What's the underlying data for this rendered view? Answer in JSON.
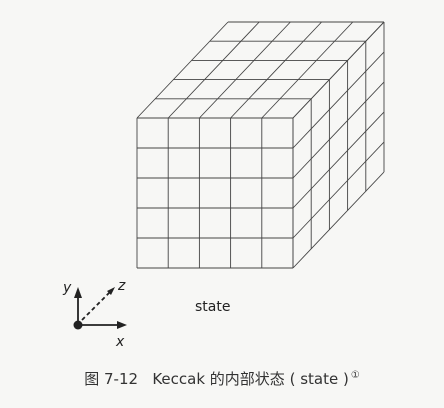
{
  "diagram": {
    "state_label": "state",
    "axes": {
      "y": "y",
      "z": "z",
      "x": "x"
    },
    "cube_grid": {
      "columns": 5,
      "rows": 5,
      "depth": 5
    },
    "line_color": "#444444"
  },
  "caption": {
    "figure_no": "图 7-12",
    "title": "Keccak 的内部状态 ( state )",
    "footnote_mark": "①"
  }
}
